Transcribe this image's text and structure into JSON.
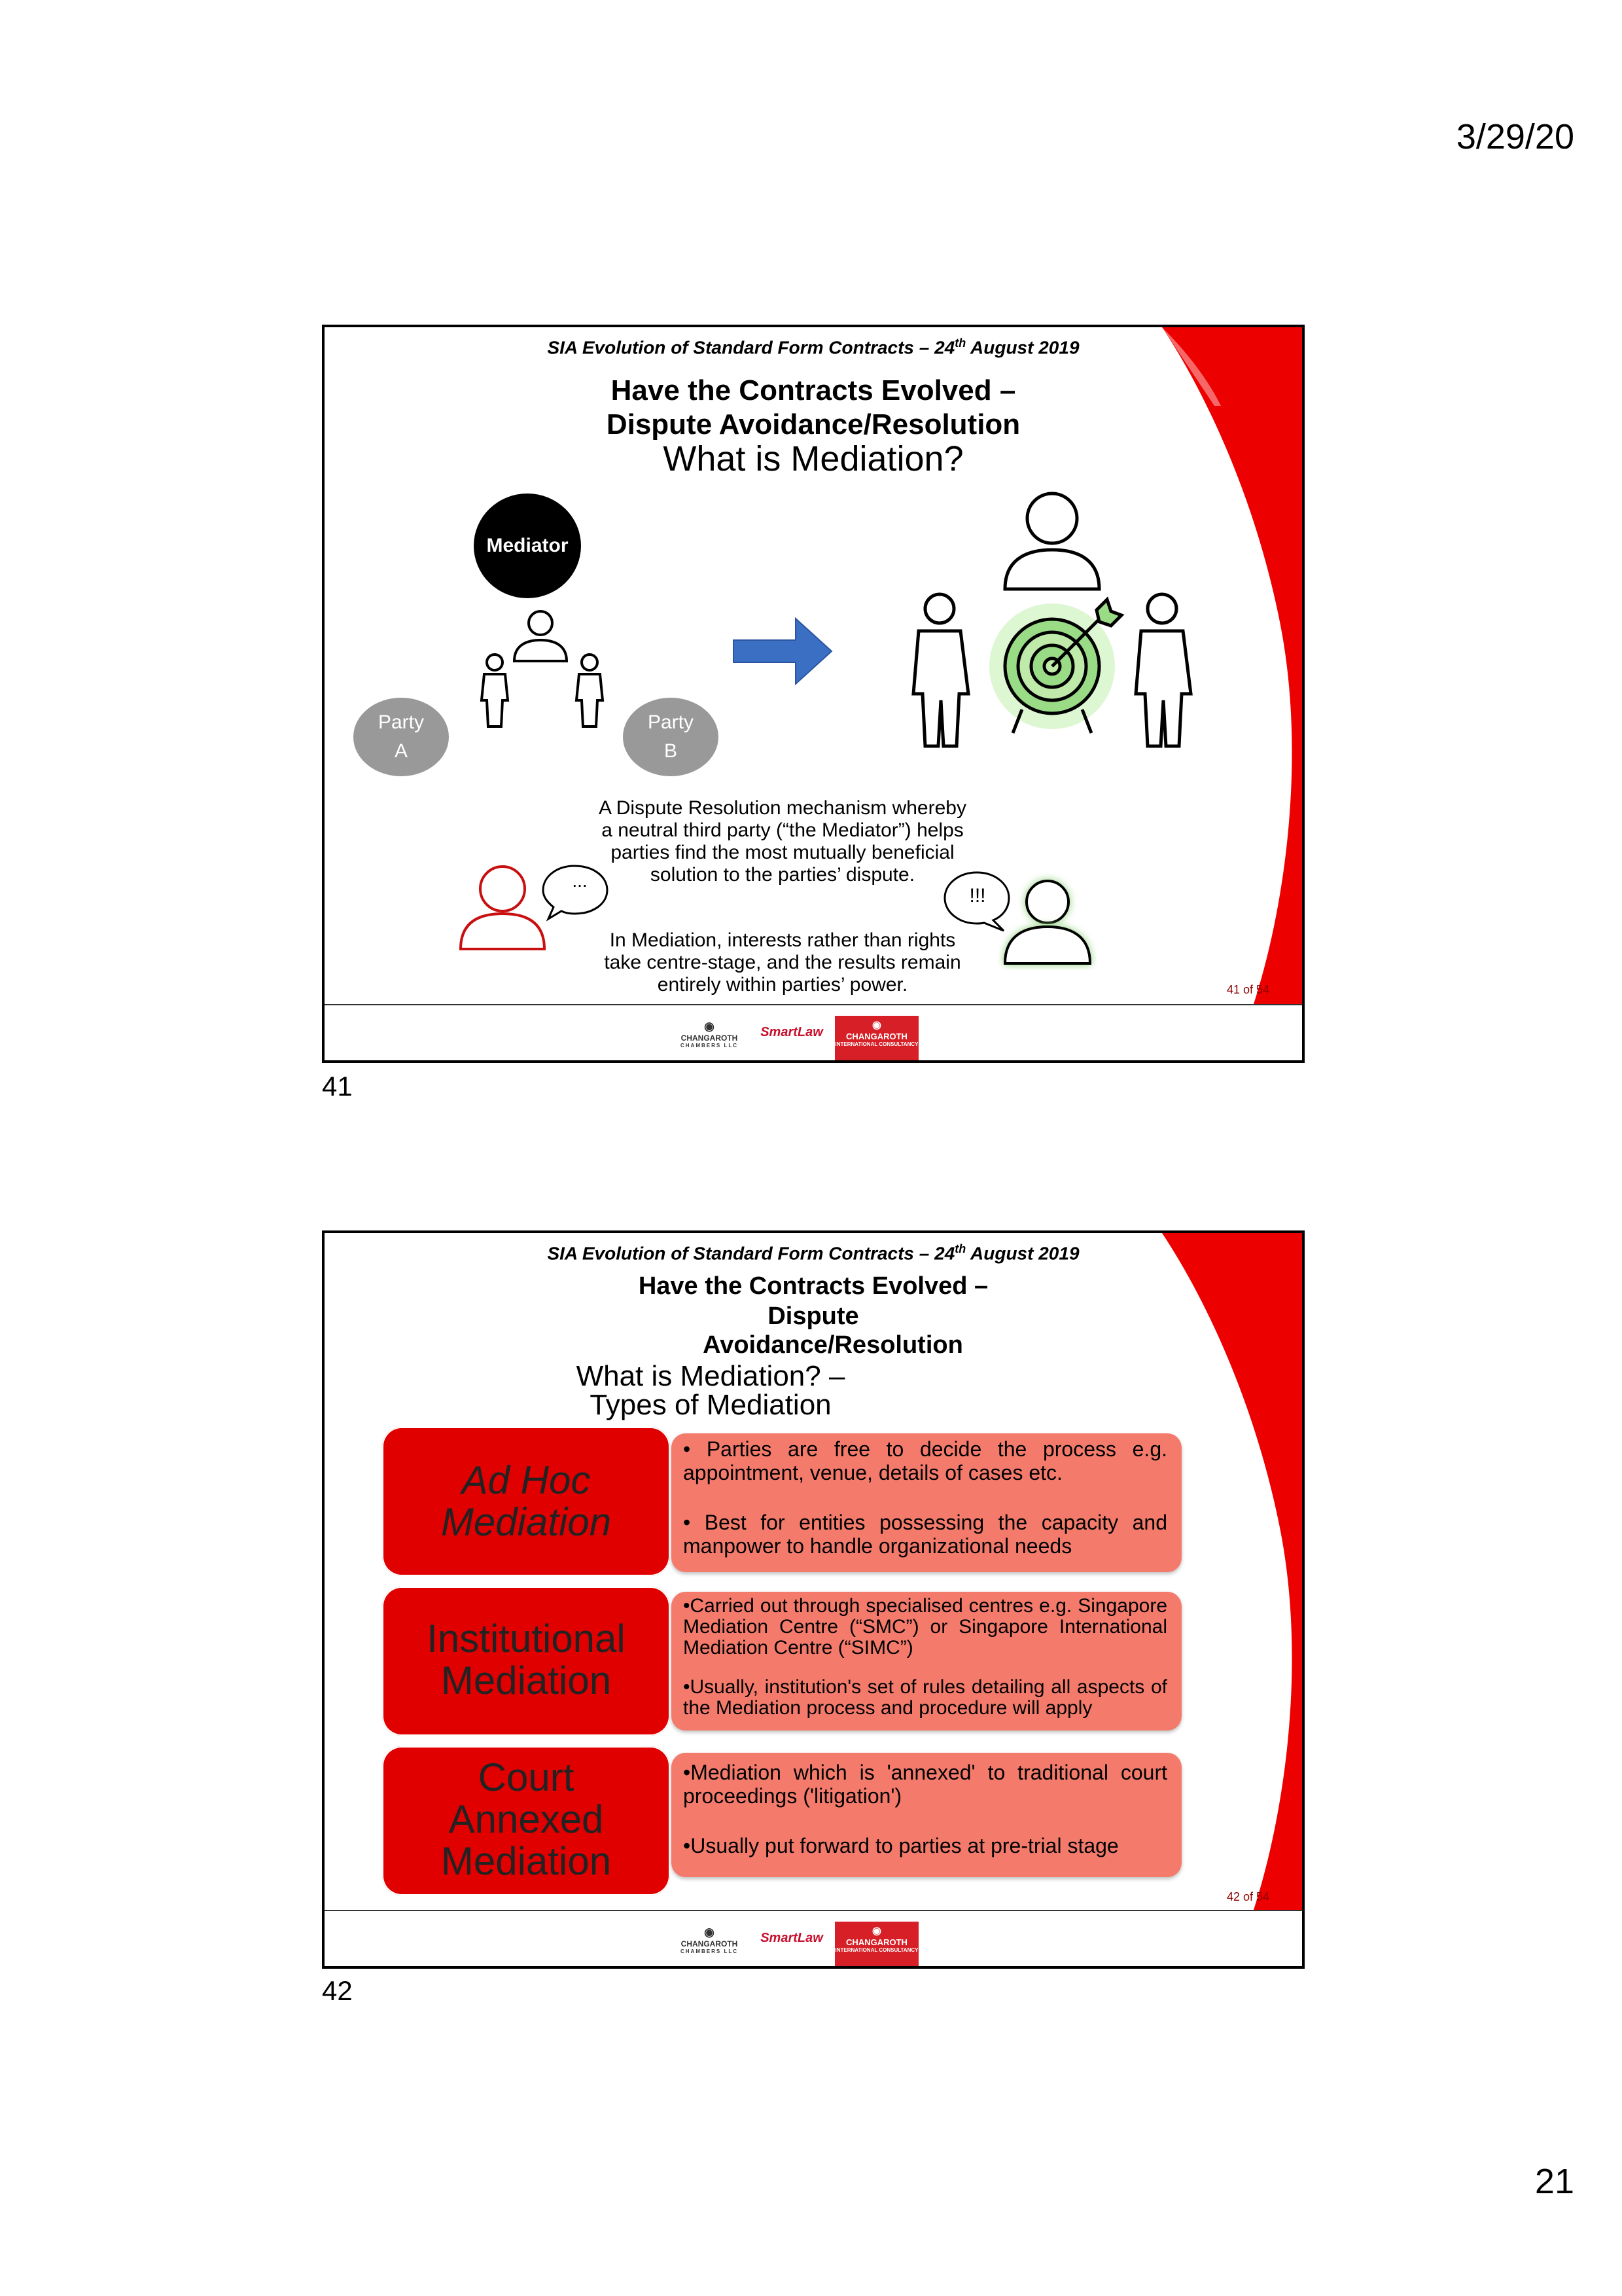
{
  "page": {
    "date": "3/29/20",
    "number": "21"
  },
  "slides": [
    {
      "label": "41",
      "conference": "SIA Evolution of Standard Form Contracts – 24th August 2019",
      "title_line1": "Have the Contracts Evolved –",
      "title_line2": "Dispute Avoidance/Resolution",
      "subtitle": "What is Mediation?",
      "mediator": "Mediator",
      "party_a_line1": "Party",
      "party_a_line2": "A",
      "party_b_line1": "Party",
      "party_b_line2": "B",
      "definition": [
        "A Dispute Resolution mechanism whereby",
        "a neutral third party (“the Mediator”) helps",
        "parties find the most mutually beneficial",
        "solution to the parties’ dispute."
      ],
      "speech_left": "...",
      "speech_right": "!!!",
      "interests": [
        "In Mediation, interests rather than rights",
        "take centre-stage, and the results remain",
        "entirely within parties’ power."
      ],
      "counter": "41 of 54"
    },
    {
      "label": "42",
      "conference": "SIA Evolution of Standard Form Contracts – 24th August 2019",
      "title_line1": "Have the Contracts Evolved –",
      "title_line2": "Dispute",
      "title_line3": "Avoidance/Resolution",
      "subtitle_line1": "What is Mediation? –",
      "subtitle_line2": "Types of Mediation",
      "types": [
        {
          "name_lines": [
            "Ad Hoc",
            "Mediation"
          ],
          "points": [
            "• Parties are free to decide the process e.g. appointment, venue, details of cases etc.",
            "• Best for entities possessing the capacity and manpower to handle organizational needs"
          ]
        },
        {
          "name_lines": [
            "Institutional",
            "Mediation"
          ],
          "points": [
            "•Carried out through specialised centres e.g. Singapore Mediation Centre (“SMC”) or Singapore International Mediation Centre (“SIMC”)",
            "•Usually, institution's set of rules detailing all aspects of the Mediation process and procedure will apply"
          ]
        },
        {
          "name_lines": [
            "Court",
            "Annexed",
            "Mediation"
          ],
          "points": [
            "•Mediation which is 'annexed' to traditional court proceedings ('litigation')",
            "•Usually put forward to parties at pre-trial stage"
          ]
        }
      ],
      "counter": "42 of 54"
    }
  ],
  "logos": {
    "logo1": "CHANGAROTH",
    "logo1_sub": "CHAMBERS LLC",
    "logo2": "SmartLaw",
    "logo3": "CHANGAROTH",
    "logo3_sub": "INTERNATIONAL CONSULTANCY"
  },
  "colors": {
    "accent_red": "#e00000",
    "desc_salmon": "#f47b6c",
    "arrow_blue": "#3a6fc4",
    "target_green": "#8fd07a"
  }
}
